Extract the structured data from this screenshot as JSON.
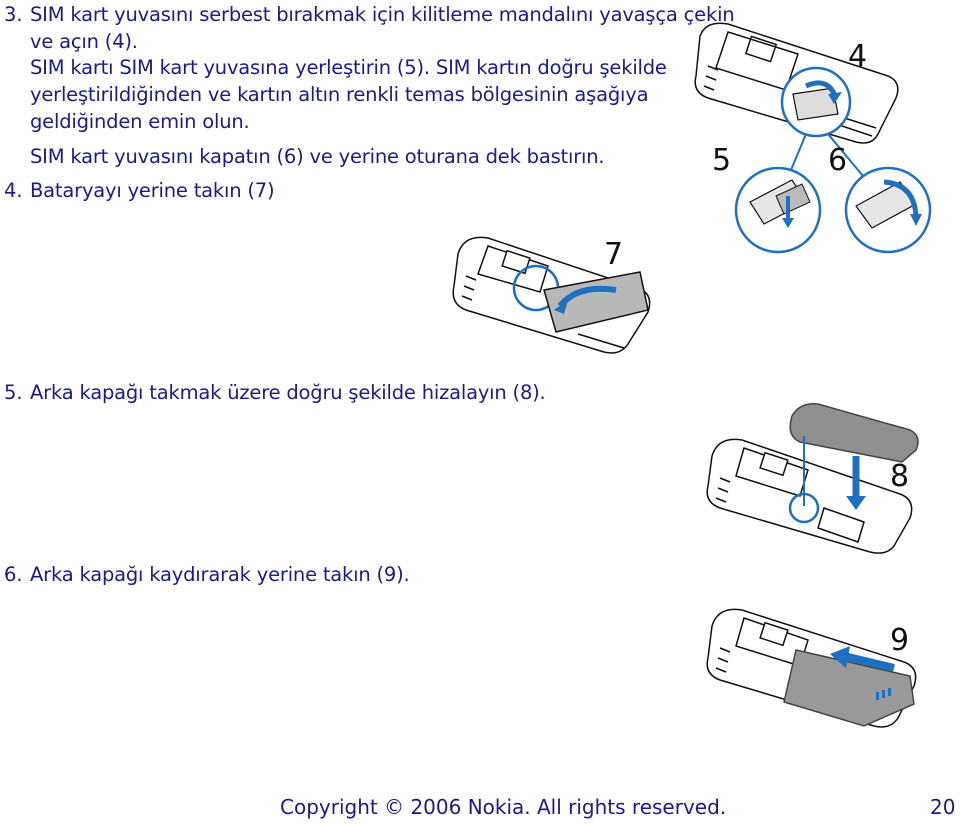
{
  "steps": {
    "step3": {
      "number": "3.",
      "lines": [
        "SIM kart yuvasını serbest bırakmak için kilitleme mandalını yavaşça çekin",
        "ve açın (4).",
        "SIM kartı SIM kart yuvasına yerleştirin (5). SIM kartın doğru şekilde",
        "yerleştirildiğinden ve kartın altın renkli temas bölgesinin aşağıya",
        "geldiğinden emin olun.",
        "SIM kart yuvasını kapatın (6) ve yerine oturana dek bastırın."
      ]
    },
    "step4": {
      "number": "4.",
      "text": "Bataryayı yerine takın (7)"
    },
    "step5": {
      "number": "5.",
      "text": "Arka kapağı takmak üzere doğru şekilde hizalayın (8)."
    },
    "step6": {
      "number": "6.",
      "text": "Arka kapağı kaydırarak yerine takın (9)."
    }
  },
  "figures": {
    "callout_4": "4",
    "callout_5": "5",
    "callout_6": "6",
    "callout_7": "7",
    "callout_8": "8",
    "callout_9": "9"
  },
  "footer": {
    "copyright": "Copyright © 2006 Nokia. All rights reserved.",
    "page_number": "20"
  },
  "colors": {
    "text": "#1a1a8c",
    "accent_blue": "#1f6fc2",
    "gray": "#b3b3b3"
  }
}
